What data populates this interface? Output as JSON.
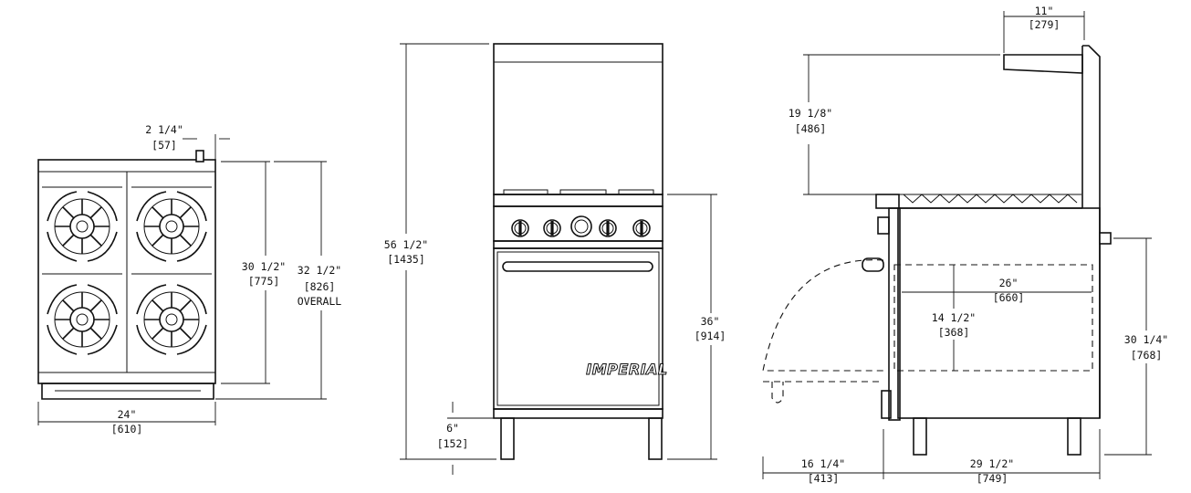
{
  "top_view": {
    "dims": {
      "flue_width": {
        "imperial": "2 1/4\"",
        "metric": "[57]"
      },
      "depth": {
        "imperial": "30 1/2\"",
        "metric": "[775]"
      },
      "depth_overall": {
        "imperial": "32 1/2\"",
        "metric": "[826]",
        "note": "OVERALL"
      },
      "width": {
        "imperial": "24\"",
        "metric": "[610]"
      }
    }
  },
  "front_view": {
    "brand": "IMPERIAL",
    "dims": {
      "overall_height": {
        "imperial": "56 1/2\"",
        "metric": "[1435]"
      },
      "working_height": {
        "imperial": "36\"",
        "metric": "[914]"
      },
      "leg_height": {
        "imperial": "6\"",
        "metric": "[152]"
      }
    }
  },
  "side_view": {
    "dims": {
      "shelf_depth": {
        "imperial": "11\"",
        "metric": "[279]"
      },
      "backguard_height": {
        "imperial": "19 1/8\"",
        "metric": "[486]"
      },
      "oven_depth": {
        "imperial": "26\"",
        "metric": "[660]"
      },
      "oven_height": {
        "imperial": "14 1/2\"",
        "metric": "[368]"
      },
      "gas_inlet_height": {
        "imperial": "30 1/4\"",
        "metric": "[768]"
      },
      "door_swing": {
        "imperial": "16 1/4\"",
        "metric": "[413]"
      },
      "depth": {
        "imperial": "29 1/2\"",
        "metric": "[749]"
      }
    }
  }
}
